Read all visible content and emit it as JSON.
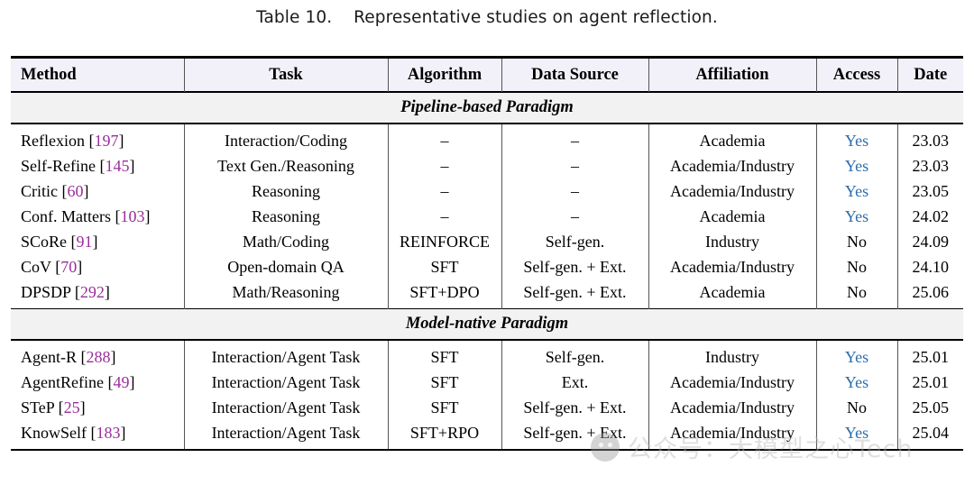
{
  "caption": {
    "label": "Table 10.",
    "text": "Representative studies on agent reflection."
  },
  "colors": {
    "citation": "#9b2d9b",
    "access_yes": "#2c6cab",
    "access_no": "#000000",
    "header_bg": "#f2f1fa",
    "section_bg": "#f2f2f2"
  },
  "table": {
    "columns": [
      {
        "key": "method",
        "label": "Method"
      },
      {
        "key": "task",
        "label": "Task"
      },
      {
        "key": "algorithm",
        "label": "Algorithm"
      },
      {
        "key": "data_source",
        "label": "Data Source"
      },
      {
        "key": "affiliation",
        "label": "Affiliation"
      },
      {
        "key": "access",
        "label": "Access"
      },
      {
        "key": "date",
        "label": "Date"
      }
    ],
    "sections": [
      {
        "title": "Pipeline-based Paradigm",
        "rows": [
          {
            "method": "Reflexion",
            "cite": "197",
            "task": "Interaction/Coding",
            "algorithm": "–",
            "data_source": "–",
            "affiliation": "Academia",
            "access": "Yes",
            "date": "23.03"
          },
          {
            "method": "Self-Refine",
            "cite": "145",
            "task": "Text Gen./Reasoning",
            "algorithm": "–",
            "data_source": "–",
            "affiliation": "Academia/Industry",
            "access": "Yes",
            "date": "23.03"
          },
          {
            "method": "Critic",
            "cite": "60",
            "task": "Reasoning",
            "algorithm": "–",
            "data_source": "–",
            "affiliation": "Academia/Industry",
            "access": "Yes",
            "date": "23.05"
          },
          {
            "method": "Conf. Matters",
            "cite": "103",
            "task": "Reasoning",
            "algorithm": "–",
            "data_source": "–",
            "affiliation": "Academia",
            "access": "Yes",
            "date": "24.02"
          },
          {
            "method": "SCoRe",
            "cite": "91",
            "task": "Math/Coding",
            "algorithm": "REINFORCE",
            "data_source": "Self-gen.",
            "affiliation": "Industry",
            "access": "No",
            "date": "24.09"
          },
          {
            "method": "CoV",
            "cite": "70",
            "task": "Open-domain QA",
            "algorithm": "SFT",
            "data_source": "Self-gen. + Ext.",
            "affiliation": "Academia/Industry",
            "access": "No",
            "date": "24.10"
          },
          {
            "method": "DPSDP",
            "cite": "292",
            "task": "Math/Reasoning",
            "algorithm": "SFT+DPO",
            "data_source": "Self-gen. + Ext.",
            "affiliation": "Academia",
            "access": "No",
            "date": "25.06"
          }
        ]
      },
      {
        "title": "Model-native Paradigm",
        "rows": [
          {
            "method": "Agent-R",
            "cite": "288",
            "task": "Interaction/Agent Task",
            "algorithm": "SFT",
            "data_source": "Self-gen.",
            "affiliation": "Industry",
            "access": "Yes",
            "date": "25.01"
          },
          {
            "method": "AgentRefine",
            "cite": "49",
            "task": "Interaction/Agent Task",
            "algorithm": "SFT",
            "data_source": "Ext.",
            "affiliation": "Academia/Industry",
            "access": "Yes",
            "date": "25.01"
          },
          {
            "method": "STeP",
            "cite": "25",
            "task": "Interaction/Agent Task",
            "algorithm": "SFT",
            "data_source": "Self-gen. + Ext.",
            "affiliation": "Academia/Industry",
            "access": "No",
            "date": "25.05"
          },
          {
            "method": "KnowSelf",
            "cite": "183",
            "task": "Interaction/Agent Task",
            "algorithm": "SFT+RPO",
            "data_source": "Self-gen. + Ext.",
            "affiliation": "Academia/Industry",
            "access": "Yes",
            "date": "25.04"
          }
        ]
      }
    ]
  },
  "watermark": {
    "text": "公众号：大模型之心Tech",
    "logo": "wechat-logo"
  }
}
